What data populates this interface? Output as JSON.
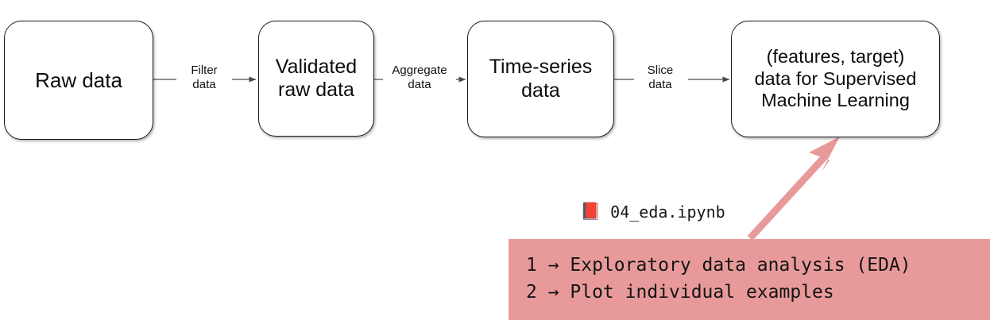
{
  "diagram": {
    "title": "Data processing pipeline with EDA notebook annotation",
    "accent_color": "#e89a9a",
    "node_border_color": "#1a1a1a",
    "background_color": "#ffffff",
    "nodes": [
      {
        "id": "raw",
        "label": "Raw data"
      },
      {
        "id": "validated",
        "label": "Validated\nraw data"
      },
      {
        "id": "timeseries",
        "label": "Time-series\ndata"
      },
      {
        "id": "supervised",
        "label": "(features, target)\ndata for Supervised\nMachine Learning"
      }
    ],
    "edges": [
      {
        "id": "raw-to-validated",
        "label": "Filter\ndata"
      },
      {
        "id": "validated-to-timeseries",
        "label": "Aggregate\ndata"
      },
      {
        "id": "timeseries-to-supervised",
        "label": "Slice\ndata"
      }
    ]
  },
  "annotation": {
    "notebook": {
      "icon": "closed-book-icon",
      "icon_glyph": "📕",
      "filename": "04_eda.ipynb"
    },
    "callout": {
      "background_color": "#e89a9a",
      "arrow_color": "#e89a9a",
      "lines": [
        "1 → Exploratory data analysis (EDA)",
        "2 → Plot individual examples"
      ]
    }
  }
}
